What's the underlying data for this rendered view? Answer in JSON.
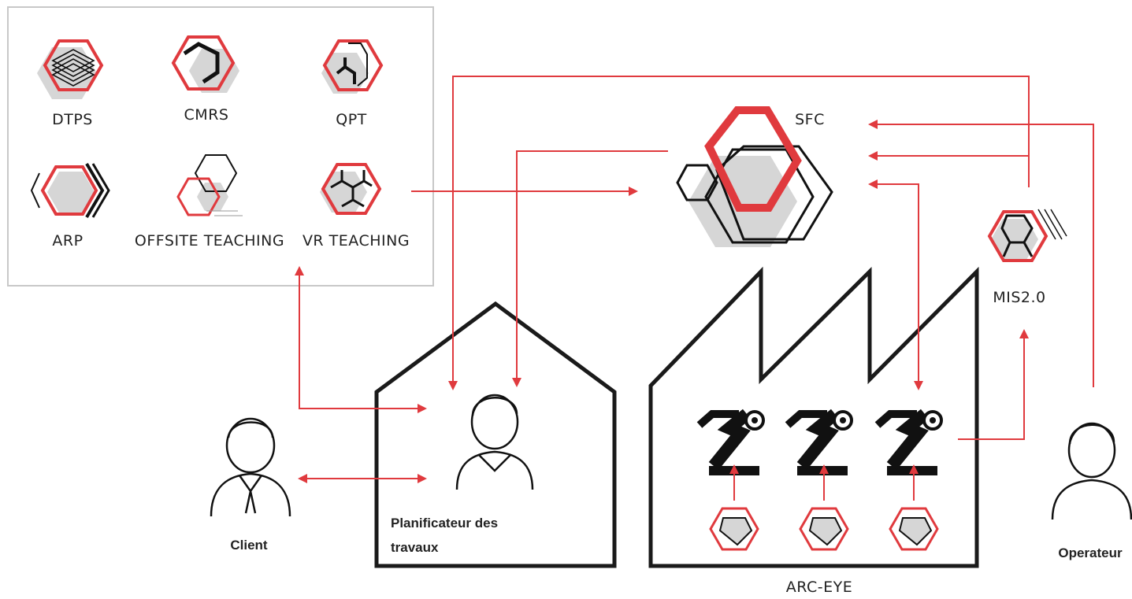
{
  "colors": {
    "accent": "#e03a3e",
    "ink": "#111111",
    "hex_fill": "#d6d6d6",
    "panel_border": "#c8c8c8"
  },
  "tools_panel": {
    "items": [
      {
        "label": "DTPS",
        "icon": "layered-hexagon-icon"
      },
      {
        "label": "CMRS",
        "icon": "nested-hexagon-icon"
      },
      {
        "label": "QPT",
        "icon": "hexagon-check-icon"
      },
      {
        "label": "ARP",
        "icon": "hexagon-chevrons-icon"
      },
      {
        "label": "OFFSITE TEACHING",
        "icon": "overlapping-hexagons-icon"
      },
      {
        "label": "VR TEACHING",
        "icon": "hexagon-network-icon"
      }
    ]
  },
  "sfc": {
    "label": "SFC",
    "icon": "sfc-hexagon-cluster-icon"
  },
  "mis": {
    "label": "MIS2.0",
    "icon": "mis-hexagon-icon"
  },
  "arc_eye": {
    "label": "ARC-EYE"
  },
  "people": {
    "client": "Client",
    "planner_line1": "Planificateur des",
    "planner_line2": "travaux",
    "operator": "Operateur"
  }
}
